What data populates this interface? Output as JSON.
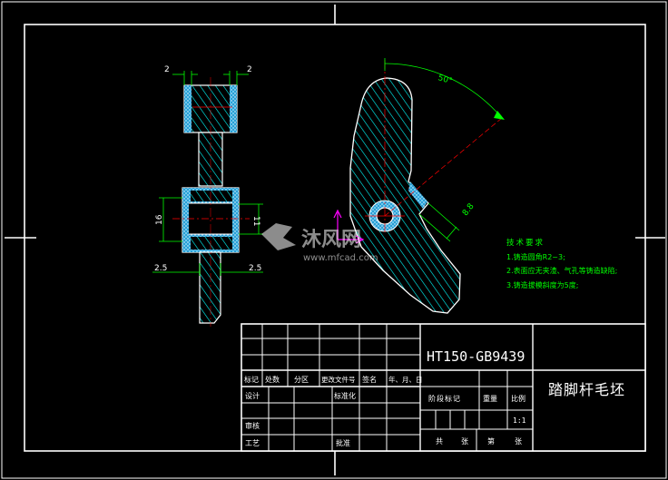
{
  "colors": {
    "background": "#000000",
    "frame": "#ffffff",
    "hatch": "#00ffff",
    "section": "#55d0ff",
    "dimension": "#00ff00",
    "centerline": "#ff0000",
    "axis": "#ff00ff"
  },
  "section_view": {
    "dim_top_left": "2",
    "dim_top_right": "2",
    "dim_mid_left": "16",
    "dim_mid_right": "11",
    "dim_bottom_left": "2.5",
    "dim_bottom_right": "2.5"
  },
  "profile_view": {
    "angle_label": "50°",
    "width_label": "8.8"
  },
  "tech_requirements": {
    "title": "技术要求",
    "items": [
      "1.铸造圆角R2~3;",
      "2.表面应无夹渣、气孔等铸造缺陷;",
      "3.铸造拔模斜度为5度;"
    ]
  },
  "title_block": {
    "material": "HT150-GB9439",
    "part_name": "踏脚杆毛坯",
    "rev_headers": [
      "标记",
      "处数",
      "分区",
      "更改文件号",
      "签名",
      "年、月、日"
    ],
    "design_label": "设计",
    "standardize_label": "标准化",
    "review_label": "审核",
    "process_label": "工艺",
    "approve_label": "批准",
    "stage_label": "阶段标记",
    "weight_label": "重量",
    "scale_label": "比例",
    "scale_value": "1:1",
    "sheet_total_label": "共",
    "sheet_total_unit": "张",
    "sheet_no_label": "第",
    "sheet_no_unit": "张"
  },
  "watermark": {
    "brand": "沐风网",
    "url": "www.mfcad.com"
  }
}
